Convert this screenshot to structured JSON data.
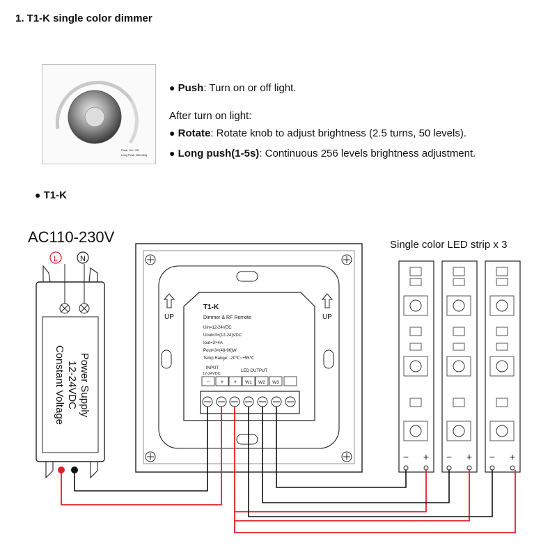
{
  "title": "1. T1-K  single color dimmer",
  "features": {
    "push": {
      "label": "Push",
      "text": ": Turn on or off light."
    },
    "after": "After turn on light:",
    "rotate": {
      "label": "Rotate",
      "text": ": Rotate knob to adjust brightness (2.5 turns, 50 levels)."
    },
    "longpush": {
      "label": "Long push(1-5s)",
      "text": ": Continuous 256 levels brightness adjustment."
    }
  },
  "photo_caption": {
    "line1": "Push: On / Off",
    "line2": "Long Push: Dimming"
  },
  "section_label": "T1-K",
  "ac_label": "AC110-230V",
  "terminals": {
    "l": "L",
    "n": "N"
  },
  "power_supply": {
    "line1": "Power Supply",
    "line2": "12-24VDC",
    "line3": "Constant Voltage"
  },
  "controller": {
    "model": "T1-K",
    "subtitle": "Dimmer & RF Remote",
    "specs": [
      "Uin=12-24VDC",
      "Uout=3×(12-24)VDC",
      "Iout=3×4A",
      "Pout=3×(48-96)W",
      "Temp Range: -20℃~+55℃"
    ],
    "input_label": "INPUT",
    "input_voltage": "12-24VDC",
    "output_label": "LED OUTPUT",
    "terminals": [
      "−",
      "+",
      "+",
      "W1",
      "W2",
      "W3"
    ],
    "up_mark": "UP"
  },
  "strip_title": "Single color LED strip x 3",
  "strip_polarity": {
    "minus": "−",
    "plus": "+"
  },
  "wire_colors": {
    "red": "#e0202a",
    "black": "#111111"
  }
}
